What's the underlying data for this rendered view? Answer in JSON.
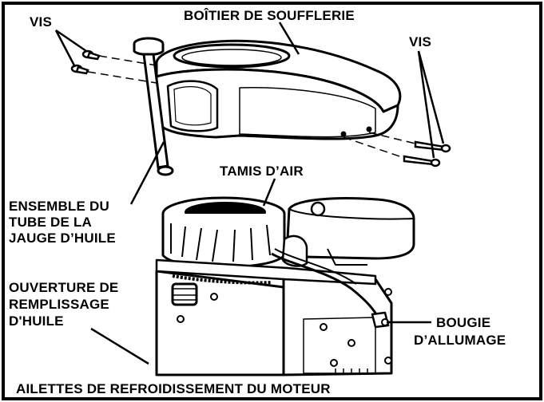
{
  "labels": {
    "vis_left": "VIS",
    "blower_housing": "BOÎTIER DE SOUFFLERIE",
    "vis_right": "VIS",
    "air_screen": "TAMIS D’AIR",
    "dipstick_line1": "ENSEMBLE DU",
    "dipstick_line2": "TUBE DE LA",
    "dipstick_line3": "JAUGE D’HUILE",
    "oil_fill_line1": "OUVERTURE DE",
    "oil_fill_line2": "REMPLISSAGE",
    "oil_fill_line3": "D'HUILE",
    "spark_plug_line1": "BOUGIE",
    "spark_plug_line2": "D’ALLUMAGE",
    "cooling_fins": "AILETTES DE REFROIDISSEMENT DU MOTEUR"
  }
}
